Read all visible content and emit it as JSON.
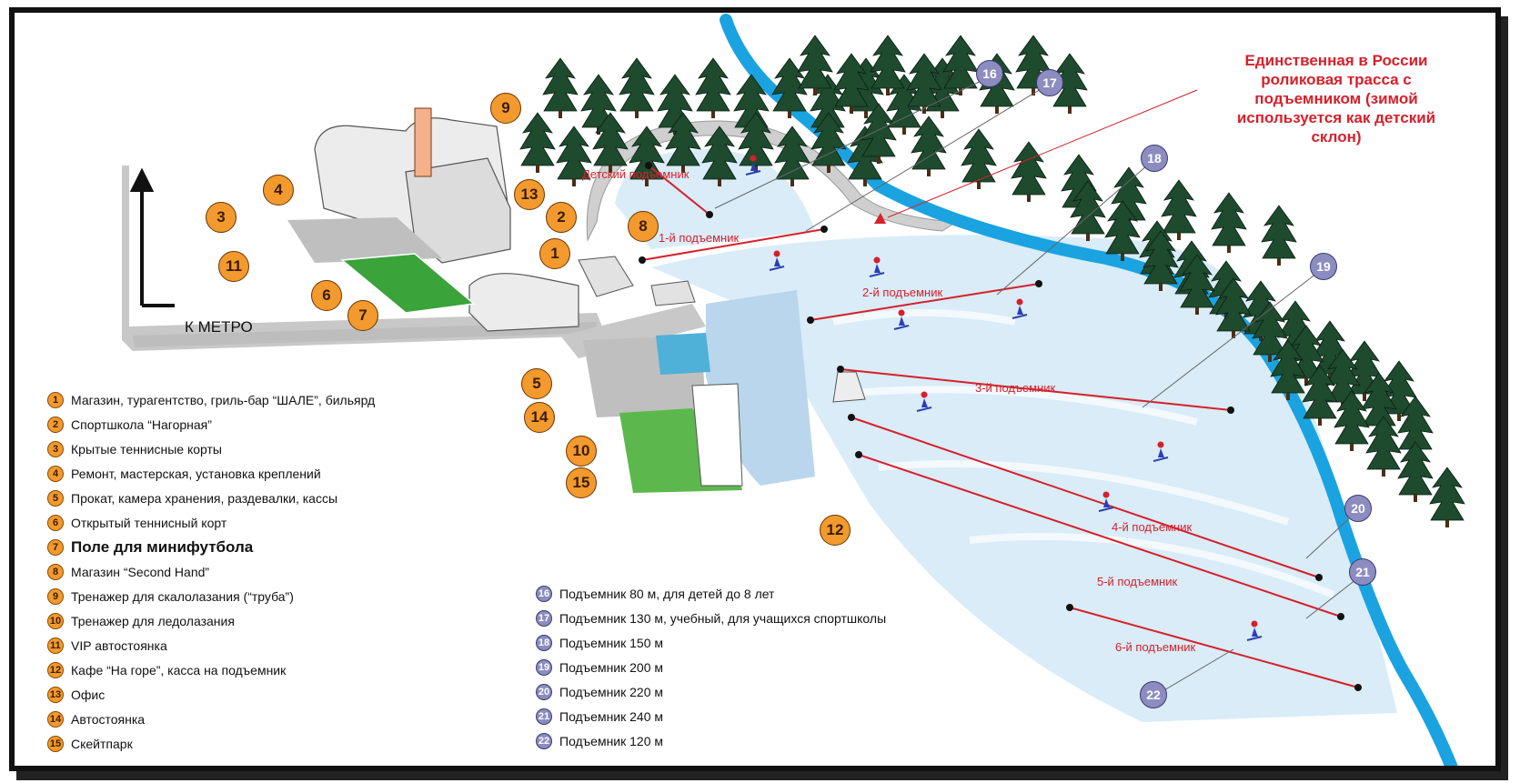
{
  "promo_text": "Единственная в России роликовая трасса с подъемником (зимой используется как детский склон)",
  "metro_label": "К МЕТРО",
  "map_labels": {
    "kids_lift": "Детский подъемник",
    "lift_1": "1-й подъемник",
    "lift_2": "2-й подъемник",
    "lift_3": "3-й подъемник",
    "lift_4": "4-й подъемник",
    "lift_5": "5-й подъемник",
    "lift_6": "6-й подъемник"
  },
  "facility_badges": [
    "1",
    "2",
    "3",
    "4",
    "5",
    "6",
    "7",
    "8",
    "9",
    "10",
    "11",
    "12",
    "13",
    "14",
    "15"
  ],
  "lift_badges": [
    "16",
    "17",
    "18",
    "19",
    "20",
    "21",
    "22"
  ],
  "legend": [
    {
      "num": "1",
      "text": "Магазин, турагентство, гриль-бар “ШАЛЕ”, бильярд"
    },
    {
      "num": "2",
      "text": "Спортшкола “Нагорная”"
    },
    {
      "num": "3",
      "text": "Крытые теннисные корты"
    },
    {
      "num": "4",
      "text": "Ремонт, мастерская, установка креплений"
    },
    {
      "num": "5",
      "text": "Прокат, камера хранения, раздевалки, кассы"
    },
    {
      "num": "6",
      "text": "Открытый теннисный корт"
    },
    {
      "num": "7",
      "text": "Поле для минифутбола"
    },
    {
      "num": "8",
      "text": "Магазин “Second Hand”"
    },
    {
      "num": "9",
      "text": "Тренажер для скалолазания (“труба”)"
    },
    {
      "num": "10",
      "text": "Тренажер для ледолазания"
    },
    {
      "num": "11",
      "text": "VIP автостоянка"
    },
    {
      "num": "12",
      "text": "Кафе “На горе”, касса на подъемник"
    },
    {
      "num": "13",
      "text": "Офис"
    },
    {
      "num": "14",
      "text": "Автостоянка"
    },
    {
      "num": "15",
      "text": "Скейтпарк"
    }
  ],
  "lift_legend": [
    {
      "num": "16",
      "text": "Подъемник 80 м, для детей до 8 лет"
    },
    {
      "num": "17",
      "text": "Подъемник 130 м, учебный, для учащихся спортшколы"
    },
    {
      "num": "18",
      "text": "Подъемник 150 м"
    },
    {
      "num": "19",
      "text": "Подъемник 200 м"
    },
    {
      "num": "20",
      "text": "Подъемник 220 м"
    },
    {
      "num": "21",
      "text": "Подъемник 240 м"
    },
    {
      "num": "22",
      "text": "Подъемник 120 м"
    }
  ],
  "colors": {
    "river": "#1aa3e0",
    "slope": "#d9ecf8",
    "lift_line": "#d6202a",
    "badge_orange": "#f29a2e",
    "badge_purple": "#8c8cc0",
    "tree": "#1e4a2e",
    "road": "#c8c8c8",
    "field": "#3aa33a"
  }
}
